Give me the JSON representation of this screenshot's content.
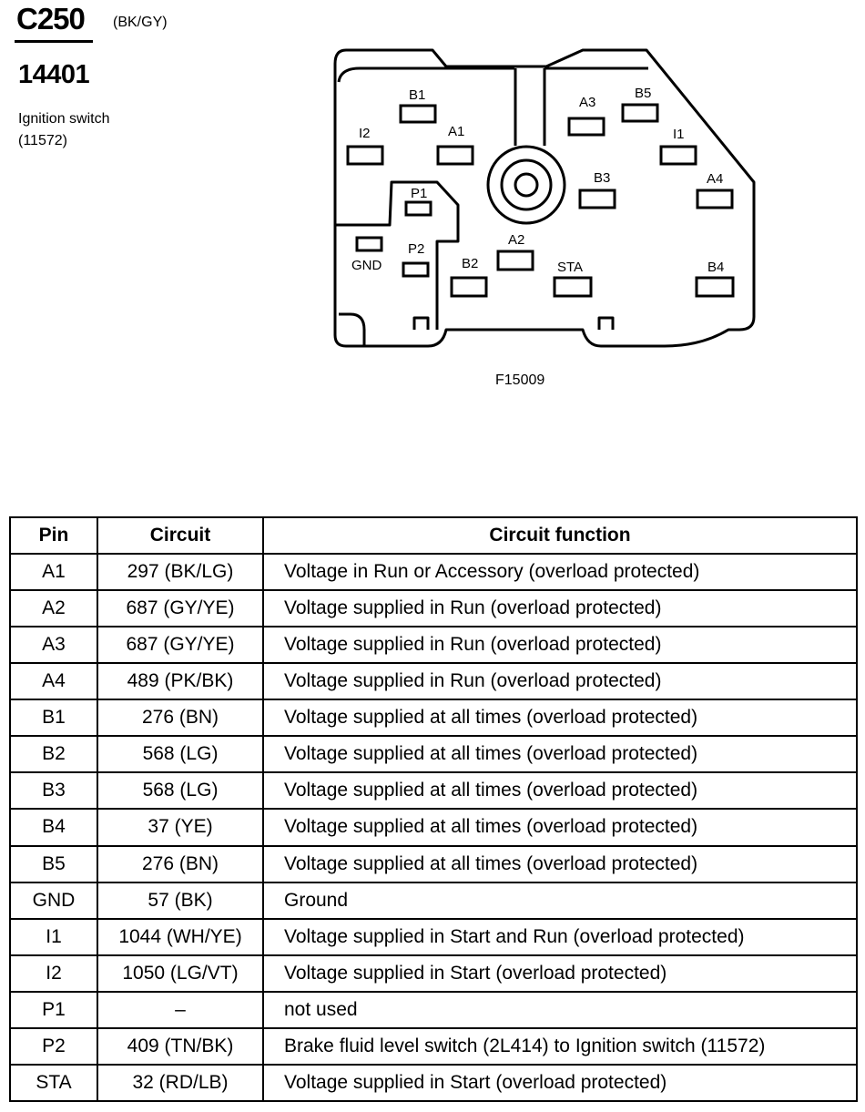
{
  "header": {
    "connector_id": "C250",
    "connector_color": "(BK/GY)",
    "part_number": "14401",
    "component_name": "Ignition switch",
    "component_number": "(11572)"
  },
  "diagram": {
    "figure_code": "F15009",
    "pins": [
      {
        "label": "B1"
      },
      {
        "label": "A1"
      },
      {
        "label": "I2"
      },
      {
        "label": "A3"
      },
      {
        "label": "B5"
      },
      {
        "label": "I1"
      },
      {
        "label": "B3"
      },
      {
        "label": "A4"
      },
      {
        "label": "P1"
      },
      {
        "label": "GND"
      },
      {
        "label": "P2"
      },
      {
        "label": "A2"
      },
      {
        "label": "B2"
      },
      {
        "label": "STA"
      },
      {
        "label": "B4"
      }
    ]
  },
  "table": {
    "headers": [
      "Pin",
      "Circuit",
      "Circuit function"
    ],
    "rows": [
      {
        "pin": "A1",
        "circuit": "297 (BK/LG)",
        "function": "Voltage in Run or Accessory (overload protected)"
      },
      {
        "pin": "A2",
        "circuit": "687 (GY/YE)",
        "function": "Voltage supplied in Run (overload protected)"
      },
      {
        "pin": "A3",
        "circuit": "687 (GY/YE)",
        "function": "Voltage supplied in Run (overload protected)"
      },
      {
        "pin": "A4",
        "circuit": "489 (PK/BK)",
        "function": "Voltage supplied in Run (overload protected)"
      },
      {
        "pin": "B1",
        "circuit": "276 (BN)",
        "function": "Voltage supplied at all times (overload protected)"
      },
      {
        "pin": "B2",
        "circuit": "568 (LG)",
        "function": "Voltage supplied at all times (overload protected)"
      },
      {
        "pin": "B3",
        "circuit": "568 (LG)",
        "function": "Voltage supplied at all times (overload protected)"
      },
      {
        "pin": "B4",
        "circuit": "37 (YE)",
        "function": "Voltage supplied at all times (overload protected)"
      },
      {
        "pin": "B5",
        "circuit": "276 (BN)",
        "function": "Voltage supplied at all times (overload protected)"
      },
      {
        "pin": "GND",
        "circuit": "57 (BK)",
        "function": "Ground"
      },
      {
        "pin": "I1",
        "circuit": "1044 (WH/YE)",
        "function": "Voltage supplied in Start and Run (overload protected)"
      },
      {
        "pin": "I2",
        "circuit": "1050 (LG/VT)",
        "function": "Voltage supplied in Start (overload protected)"
      },
      {
        "pin": "P1",
        "circuit": "–",
        "function": "not used"
      },
      {
        "pin": "P2",
        "circuit": "409 (TN/BK)",
        "function": "Brake fluid level switch (2L414) to Ignition switch (11572)"
      },
      {
        "pin": "STA",
        "circuit": "32 (RD/LB)",
        "function": "Voltage supplied in Start (overload protected)"
      }
    ]
  }
}
